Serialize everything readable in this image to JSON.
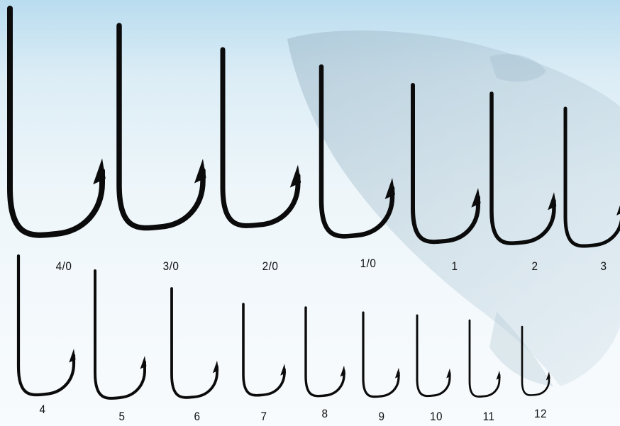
{
  "hook_chart": {
    "row1_sizes": [
      "4/0",
      "3/0",
      "2/0",
      "1/0",
      "1",
      "2",
      "3"
    ],
    "row2_sizes": [
      "4",
      "5",
      "6",
      "7",
      "8",
      "9",
      "10",
      "11",
      "12"
    ],
    "hook_color": "#0b0b0b",
    "background_color": "#eef6fa",
    "background_image": "faded-fish-icon"
  }
}
